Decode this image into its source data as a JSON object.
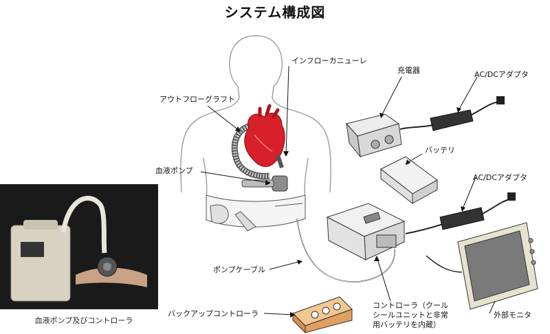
{
  "title": "システム構成図",
  "labels": {
    "inflow_cannula": "インフローカニューレ",
    "outflow_graft": "アウトフローグラフト",
    "blood_pump": "血液ポンプ",
    "charger": "充電器",
    "battery": "バッテリ",
    "acdc_adapter_1": "AC/DCアダプタ",
    "acdc_adapter_2": "AC/DCアダプタ",
    "pump_cable": "ポンプケーブル",
    "controller": "コントローラ（クール\nシールユニットと非常\n用バッテリを内蔵）",
    "backup_controller": "バックアップコントローラ",
    "external_monitor": "外部モニタ"
  },
  "photo_caption": "血液ポンプ及びコントローラ",
  "colors": {
    "heart": "#d8202a",
    "line": "#222222",
    "body_outline": "#9a9a9a",
    "device_fill": "#eeeeee",
    "adapter": "#333333",
    "backup": "#e8b070",
    "photo_bg": "#1a1a1a"
  }
}
